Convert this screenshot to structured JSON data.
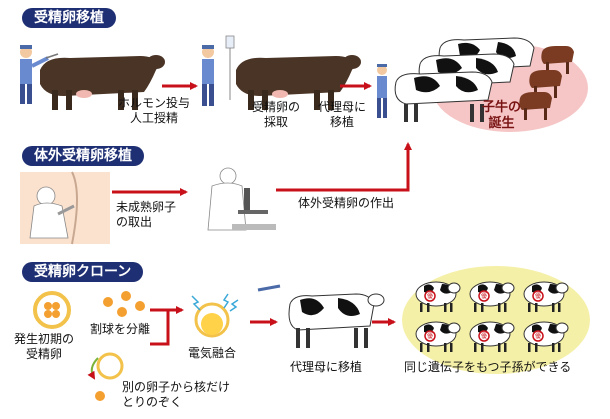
{
  "sections": {
    "embryo_transfer": "受精卵移植",
    "ivf_transfer": "体外受精卵移植",
    "embryo_clone": "受精卵クローン"
  },
  "labels": {
    "hormone_line1": "ホルモン投与",
    "hormone_line2": "人工授精",
    "collect_line1": "受精卵の",
    "collect_line2": "採取",
    "surrogate_line1": "代理母に",
    "surrogate_line2": "移植",
    "calf_line1": "子牛の",
    "calf_line2": "誕生",
    "immature_line1": "未成熟卵子",
    "immature_line2": "の取出",
    "ivf_creation": "体外受精卵の作出",
    "early_embryo_line1": "発生初期の",
    "early_embryo_line2": "受精卵",
    "cleavage": "割球を分離",
    "nucleus_line1": "別の卵子から核だけ",
    "nucleus_line2": "とりのぞく",
    "fusion": "電気融合",
    "surrogate_single": "代理母に移植",
    "same_genes": "同じ遺伝子をもつ子孫ができる",
    "badge": "優"
  },
  "colors": {
    "section_pill": "#1e2f73",
    "arrow": "#c8101a",
    "highlight_pink": "#f6c6c6",
    "highlight_yellow": "#f5f0a8",
    "brown_cow": "#4a3426",
    "calf": "#7a3b22"
  }
}
